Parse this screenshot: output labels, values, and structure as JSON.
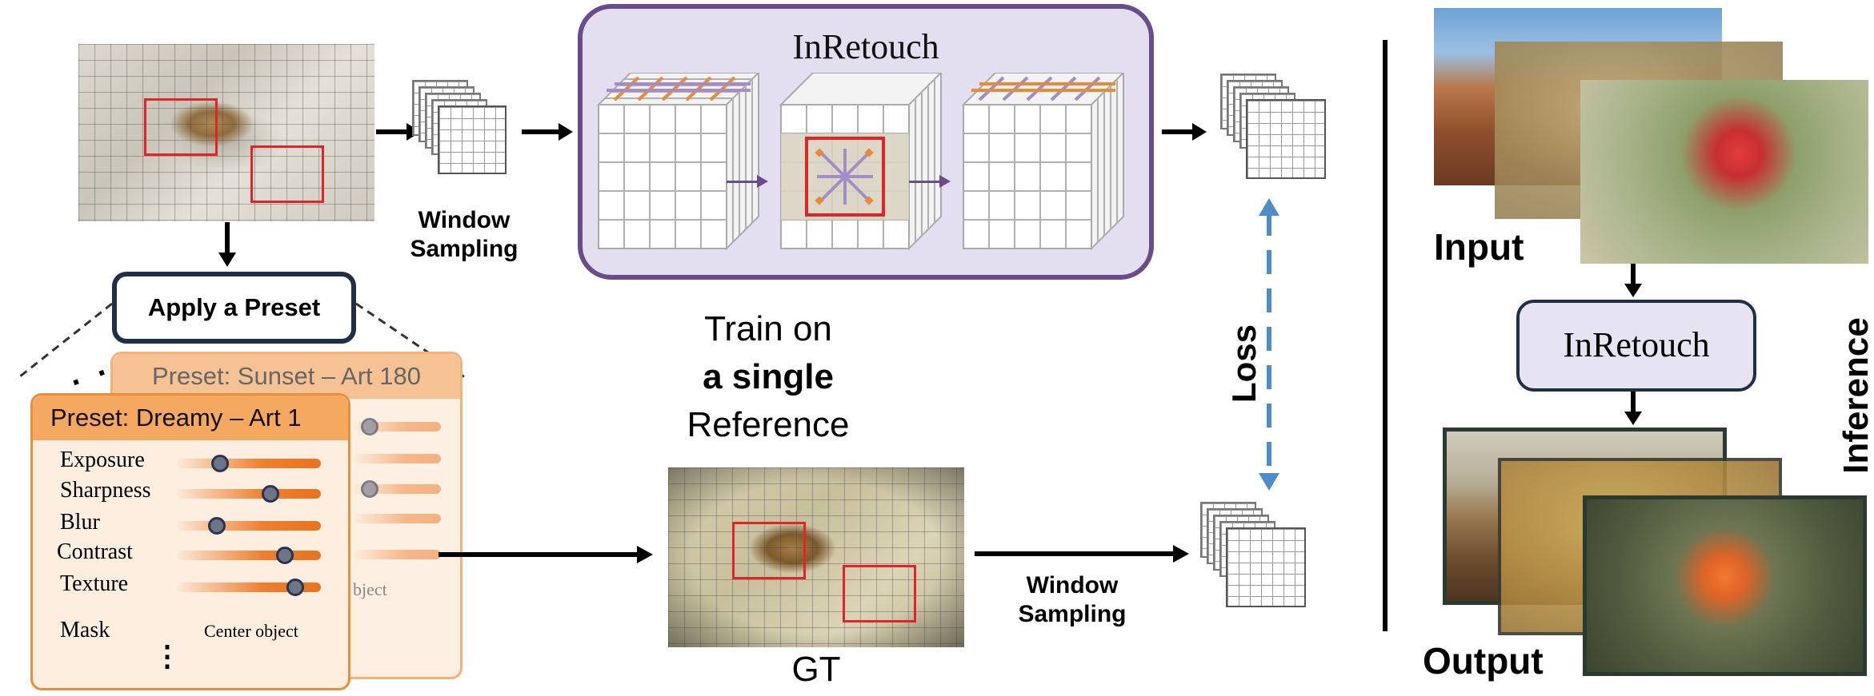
{
  "module": {
    "title": "InRetouch"
  },
  "labels": {
    "window_sampling_top_line1": "Window",
    "window_sampling_top_line2": "Sampling",
    "window_sampling_bottom_line1": "Window",
    "window_sampling_bottom_line2": "Sampling",
    "apply_preset": "Apply a Preset",
    "train_line1": "Train on",
    "train_line2": "a single",
    "train_line3": "Reference",
    "gt": "GT",
    "loss": "Loss",
    "input": "Input",
    "output": "Output",
    "inference": "Inference",
    "inference_box": "InRetouch"
  },
  "presets": {
    "back_title": "Preset: Sunset – Art 180",
    "back_partial_text": "bject",
    "front_title": "Preset: Dreamy – Art 1",
    "ellipsis_left": ". .",
    "sliders": [
      {
        "label": "Exposure",
        "value": 0.3
      },
      {
        "label": "Sharpness",
        "value": 0.65
      },
      {
        "label": "Blur",
        "value": 0.28
      },
      {
        "label": "Contrast",
        "value": 0.75
      },
      {
        "label": "Texture",
        "value": 0.82
      }
    ],
    "mask_label": "Mask",
    "mask_value": "Center object",
    "more": "⋮"
  },
  "colors": {
    "module_fill": "#e3dff0",
    "module_border": "#6a4c8c",
    "preset_header": "#f5a860",
    "preset_body": "#fdeee0",
    "loss_arrow": "#4f8cc9",
    "red_box": "#e0242a",
    "inference_box_fill": "#e6e3f2"
  }
}
